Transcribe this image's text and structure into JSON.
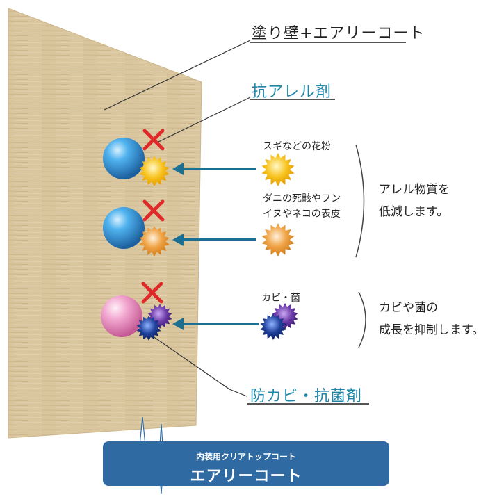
{
  "labels": {
    "coating": "塗り壁+エアリーコート",
    "anti_allergen": "抗アレル剤",
    "pollen": "スギなどの花粉",
    "mite_line1": "ダニの死骸やフン",
    "mite_line2": "イヌやネコの表皮",
    "allergen_effect_line1": "アレル物質を",
    "allergen_effect_line2": "低減します。",
    "mold": "カビ・菌",
    "mold_effect_line1": "カビや菌の",
    "mold_effect_line2": "成長を抑制します。",
    "antifungal": "防カビ・抗菌剤"
  },
  "badge": {
    "subtitle": "内装用クリアトップコート",
    "title": "エアリーコート"
  },
  "colors": {
    "wall": "#d8c49c",
    "blue_agent": "#2f8fd6",
    "pink_agent": "#e98fc0",
    "pollen_yellow": "#f2b705",
    "mite_orange": "#e8902a",
    "mold_purple": "#6b3aa8",
    "mold_blue": "#1f3f9a",
    "teal_text": "#1f86a8",
    "arrow": "#1b6f93",
    "cross": "#e02a2a",
    "badge": "#2f6aa3"
  }
}
